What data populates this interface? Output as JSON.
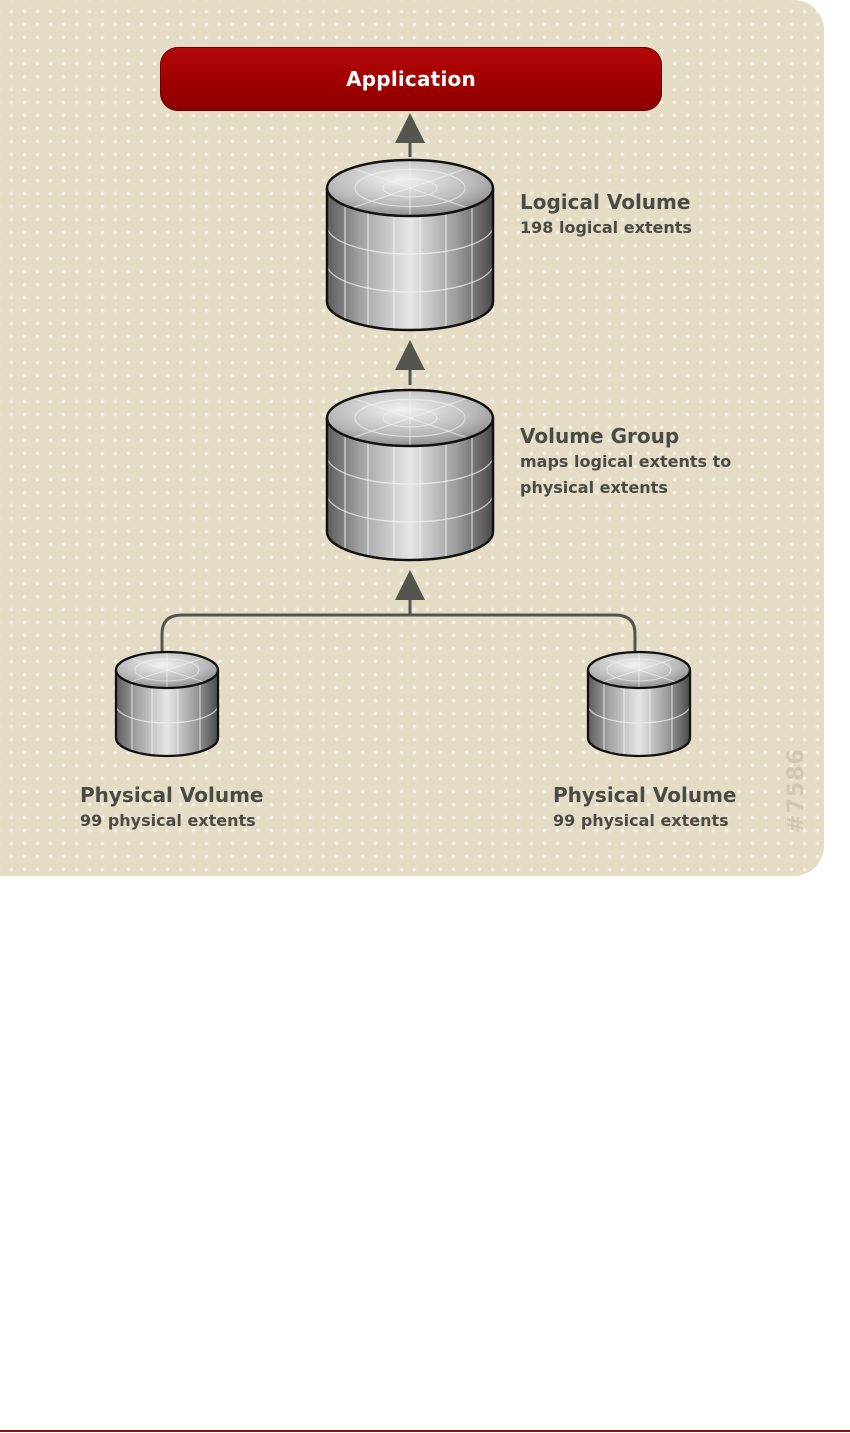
{
  "application": {
    "label": "Application"
  },
  "logical_volume": {
    "title": "Logical Volume",
    "description": "198 logical extents"
  },
  "volume_group": {
    "title": "Volume Group",
    "description_line1": "maps logical extents to",
    "description_line2": "physical extents"
  },
  "physical_volumes": [
    {
      "title": "Physical Volume",
      "description": "99 physical extents"
    },
    {
      "title": "Physical Volume",
      "description": "99 physical extents"
    }
  ],
  "watermark": "#7586",
  "colors": {
    "background": "#e4dcc4",
    "application_red": "#a00000",
    "connector": "#555550",
    "text": "#4a4a46"
  }
}
